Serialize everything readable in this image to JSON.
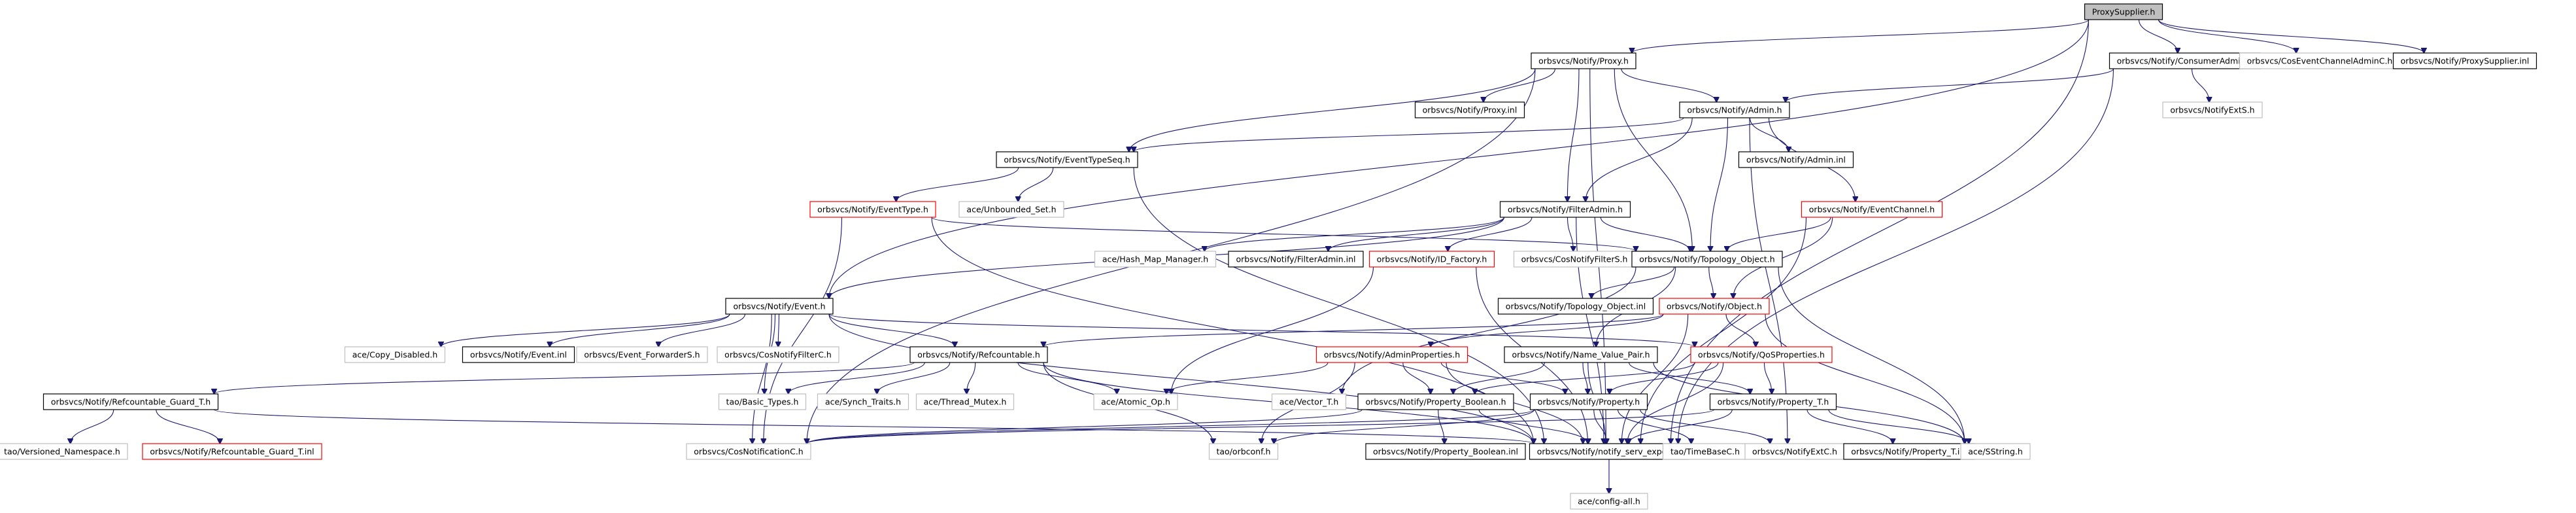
{
  "diagram": {
    "nodes": [
      {
        "id": "proxysupplier",
        "label": "ProxySupplier.h",
        "style": "root"
      },
      {
        "id": "proxy",
        "label": "orbsvcs/Notify/Proxy.h",
        "style": "black"
      },
      {
        "id": "consumeradmin",
        "label": "orbsvcs/Notify/ConsumerAdmin.h",
        "style": "black"
      },
      {
        "id": "coseventchanneladminc",
        "label": "orbsvcs/CosEventChannelAdminC.h",
        "style": "gray"
      },
      {
        "id": "proxysupplier_inl",
        "label": "orbsvcs/Notify/ProxySupplier.inl",
        "style": "black"
      },
      {
        "id": "proxy_inl",
        "label": "orbsvcs/Notify/Proxy.inl",
        "style": "black"
      },
      {
        "id": "admin",
        "label": "orbsvcs/Notify/Admin.h",
        "style": "black"
      },
      {
        "id": "notifyexts",
        "label": "orbsvcs/NotifyExtS.h",
        "style": "gray"
      },
      {
        "id": "eventtypeseq",
        "label": "orbsvcs/Notify/EventTypeSeq.h",
        "style": "black"
      },
      {
        "id": "admin_inl",
        "label": "orbsvcs/Notify/Admin.inl",
        "style": "black"
      },
      {
        "id": "eventtype",
        "label": "orbsvcs/Notify/EventType.h",
        "style": "red"
      },
      {
        "id": "unbounded_set",
        "label": "ace/Unbounded_Set.h",
        "style": "gray"
      },
      {
        "id": "filteradmin",
        "label": "orbsvcs/Notify/FilterAdmin.h",
        "style": "black"
      },
      {
        "id": "eventchannel",
        "label": "orbsvcs/Notify/EventChannel.h",
        "style": "red"
      },
      {
        "id": "hash_map_manager",
        "label": "ace/Hash_Map_Manager.h",
        "style": "gray"
      },
      {
        "id": "filteradmin_inl",
        "label": "orbsvcs/Notify/FilterAdmin.inl",
        "style": "black"
      },
      {
        "id": "id_factory",
        "label": "orbsvcs/Notify/ID_Factory.h",
        "style": "red"
      },
      {
        "id": "cosnotifyfilters",
        "label": "orbsvcs/CosNotifyFilterS.h",
        "style": "gray"
      },
      {
        "id": "topology_object",
        "label": "orbsvcs/Notify/Topology_Object.h",
        "style": "black"
      },
      {
        "id": "topology_object_inl",
        "label": "orbsvcs/Notify/Topology_Object.inl",
        "style": "black"
      },
      {
        "id": "event",
        "label": "orbsvcs/Notify/Event.h",
        "style": "black"
      },
      {
        "id": "object",
        "label": "orbsvcs/Notify/Object.h",
        "style": "red"
      },
      {
        "id": "copy_disabled",
        "label": "ace/Copy_Disabled.h",
        "style": "gray"
      },
      {
        "id": "event_inl",
        "label": "orbsvcs/Notify/Event.inl",
        "style": "black"
      },
      {
        "id": "event_forwarders",
        "label": "orbsvcs/Event_ForwarderS.h",
        "style": "gray"
      },
      {
        "id": "cosnotifyfilterc",
        "label": "orbsvcs/CosNotifyFilterC.h",
        "style": "gray"
      },
      {
        "id": "refcountable",
        "label": "orbsvcs/Notify/Refcountable.h",
        "style": "black"
      },
      {
        "id": "adminproperties",
        "label": "orbsvcs/Notify/AdminProperties.h",
        "style": "red"
      },
      {
        "id": "name_value_pair",
        "label": "orbsvcs/Notify/Name_Value_Pair.h",
        "style": "black"
      },
      {
        "id": "qosproperties",
        "label": "orbsvcs/Notify/QoSProperties.h",
        "style": "red"
      },
      {
        "id": "refcountable_guard_t",
        "label": "orbsvcs/Notify/Refcountable_Guard_T.h",
        "style": "black"
      },
      {
        "id": "basic_types",
        "label": "tao/Basic_Types.h",
        "style": "gray"
      },
      {
        "id": "synch_traits",
        "label": "ace/Synch_Traits.h",
        "style": "gray"
      },
      {
        "id": "thread_mutex",
        "label": "ace/Thread_Mutex.h",
        "style": "gray"
      },
      {
        "id": "atomic_op",
        "label": "ace/Atomic_Op.h",
        "style": "gray"
      },
      {
        "id": "vector_t",
        "label": "ace/Vector_T.h",
        "style": "gray"
      },
      {
        "id": "property_boolean",
        "label": "orbsvcs/Notify/Property_Boolean.h",
        "style": "black"
      },
      {
        "id": "property",
        "label": "orbsvcs/Notify/Property.h",
        "style": "black"
      },
      {
        "id": "property_t",
        "label": "orbsvcs/Notify/Property_T.h",
        "style": "black"
      },
      {
        "id": "versioned_namespace",
        "label": "tao/Versioned_Namespace.h",
        "style": "gray"
      },
      {
        "id": "refcountable_guard_t_inl",
        "label": "orbsvcs/Notify/Refcountable_Guard_T.inl",
        "style": "red"
      },
      {
        "id": "cosnotificationc",
        "label": "orbsvcs/CosNotificationC.h",
        "style": "gray"
      },
      {
        "id": "orbconf",
        "label": "tao/orbconf.h",
        "style": "gray"
      },
      {
        "id": "property_boolean_inl",
        "label": "orbsvcs/Notify/Property_Boolean.inl",
        "style": "black"
      },
      {
        "id": "notify_serv_export",
        "label": "orbsvcs/Notify/notify_serv_export.h",
        "style": "black"
      },
      {
        "id": "timebasec",
        "label": "tao/TimeBaseC.h",
        "style": "gray"
      },
      {
        "id": "notifyextc",
        "label": "orbsvcs/NotifyExtC.h",
        "style": "gray"
      },
      {
        "id": "property_t_inl",
        "label": "orbsvcs/Notify/Property_T.inl",
        "style": "black"
      },
      {
        "id": "sstring",
        "label": "ace/SString.h",
        "style": "gray"
      },
      {
        "id": "config_all",
        "label": "ace/config-all.h",
        "style": "gray"
      }
    ],
    "edges": [
      [
        "proxysupplier",
        "proxy"
      ],
      [
        "proxysupplier",
        "consumeradmin"
      ],
      [
        "proxysupplier",
        "coseventchanneladminc"
      ],
      [
        "proxysupplier",
        "proxysupplier_inl"
      ],
      [
        "proxysupplier",
        "event"
      ],
      [
        "proxysupplier",
        "notify_serv_export"
      ],
      [
        "proxy",
        "proxy_inl"
      ],
      [
        "proxy",
        "admin"
      ],
      [
        "proxy",
        "eventtypeseq"
      ],
      [
        "proxy",
        "filteradmin"
      ],
      [
        "proxy",
        "topology_object"
      ],
      [
        "proxy",
        "notify_serv_export"
      ],
      [
        "proxy",
        "cosnotificationc"
      ],
      [
        "consumeradmin",
        "admin"
      ],
      [
        "consumeradmin",
        "notifyexts"
      ],
      [
        "consumeradmin",
        "notify_serv_export"
      ],
      [
        "admin",
        "admin_inl"
      ],
      [
        "admin",
        "eventtypeseq"
      ],
      [
        "admin",
        "filteradmin"
      ],
      [
        "admin",
        "eventchannel"
      ],
      [
        "admin",
        "topology_object"
      ],
      [
        "admin",
        "notifyextc"
      ],
      [
        "eventtypeseq",
        "eventtype"
      ],
      [
        "eventtypeseq",
        "unbounded_set"
      ],
      [
        "eventtypeseq",
        "notify_serv_export"
      ],
      [
        "eventtype",
        "topology_object"
      ],
      [
        "eventtype",
        "cosnotificationc"
      ],
      [
        "eventtype",
        "notify_serv_export"
      ],
      [
        "filteradmin",
        "hash_map_manager"
      ],
      [
        "filteradmin",
        "filteradmin_inl"
      ],
      [
        "filteradmin",
        "id_factory"
      ],
      [
        "filteradmin",
        "cosnotifyfilters"
      ],
      [
        "filteradmin",
        "topology_object"
      ],
      [
        "filteradmin",
        "event"
      ],
      [
        "filteradmin",
        "notify_serv_export"
      ],
      [
        "eventchannel",
        "topology_object"
      ],
      [
        "eventchannel",
        "object"
      ],
      [
        "eventchannel",
        "notify_serv_export"
      ],
      [
        "id_factory",
        "atomic_op"
      ],
      [
        "id_factory",
        "notify_serv_export"
      ],
      [
        "topology_object",
        "topology_object_inl"
      ],
      [
        "topology_object",
        "object"
      ],
      [
        "topology_object",
        "name_value_pair"
      ],
      [
        "topology_object",
        "vector_t"
      ],
      [
        "topology_object",
        "sstring"
      ],
      [
        "event",
        "copy_disabled"
      ],
      [
        "event",
        "event_inl"
      ],
      [
        "event",
        "event_forwarders"
      ],
      [
        "event",
        "cosnotifyfilterc"
      ],
      [
        "event",
        "refcountable"
      ],
      [
        "event",
        "qosproperties"
      ],
      [
        "event",
        "basic_types"
      ],
      [
        "event",
        "cosnotificationc"
      ],
      [
        "event",
        "notify_serv_export"
      ],
      [
        "object",
        "adminproperties"
      ],
      [
        "object",
        "qosproperties"
      ],
      [
        "object",
        "refcountable"
      ],
      [
        "object",
        "notify_serv_export"
      ],
      [
        "object",
        "sstring"
      ],
      [
        "refcountable",
        "refcountable_guard_t"
      ],
      [
        "refcountable",
        "basic_types"
      ],
      [
        "refcountable",
        "synch_traits"
      ],
      [
        "refcountable",
        "thread_mutex"
      ],
      [
        "refcountable",
        "atomic_op"
      ],
      [
        "refcountable",
        "orbconf"
      ],
      [
        "refcountable",
        "notify_serv_export"
      ],
      [
        "adminproperties",
        "property_boolean"
      ],
      [
        "adminproperties",
        "property"
      ],
      [
        "adminproperties",
        "atomic_op"
      ],
      [
        "adminproperties",
        "notify_serv_export"
      ],
      [
        "adminproperties",
        "orbconf"
      ],
      [
        "name_value_pair",
        "property"
      ],
      [
        "name_value_pair",
        "property_boolean"
      ],
      [
        "name_value_pair",
        "property_t"
      ],
      [
        "name_value_pair",
        "notify_serv_export"
      ],
      [
        "name_value_pair",
        "sstring"
      ],
      [
        "qosproperties",
        "property"
      ],
      [
        "qosproperties",
        "property_t"
      ],
      [
        "qosproperties",
        "property_boolean"
      ],
      [
        "qosproperties",
        "notify_serv_export"
      ],
      [
        "refcountable_guard_t",
        "versioned_namespace"
      ],
      [
        "refcountable_guard_t",
        "refcountable_guard_t_inl"
      ],
      [
        "refcountable_guard_t",
        "notify_serv_export"
      ],
      [
        "property_boolean",
        "property_boolean_inl"
      ],
      [
        "property_boolean",
        "notify_serv_export"
      ],
      [
        "property_boolean",
        "cosnotificationc"
      ],
      [
        "property",
        "timebasec"
      ],
      [
        "property",
        "notify_serv_export"
      ],
      [
        "property",
        "cosnotificationc"
      ],
      [
        "property",
        "orbconf"
      ],
      [
        "property",
        "notifyextc"
      ],
      [
        "property_t",
        "property_t_inl"
      ],
      [
        "property_t",
        "notify_serv_export"
      ],
      [
        "property_t",
        "cosnotificationc"
      ],
      [
        "property_t",
        "sstring"
      ],
      [
        "notify_serv_export",
        "config_all"
      ]
    ]
  }
}
